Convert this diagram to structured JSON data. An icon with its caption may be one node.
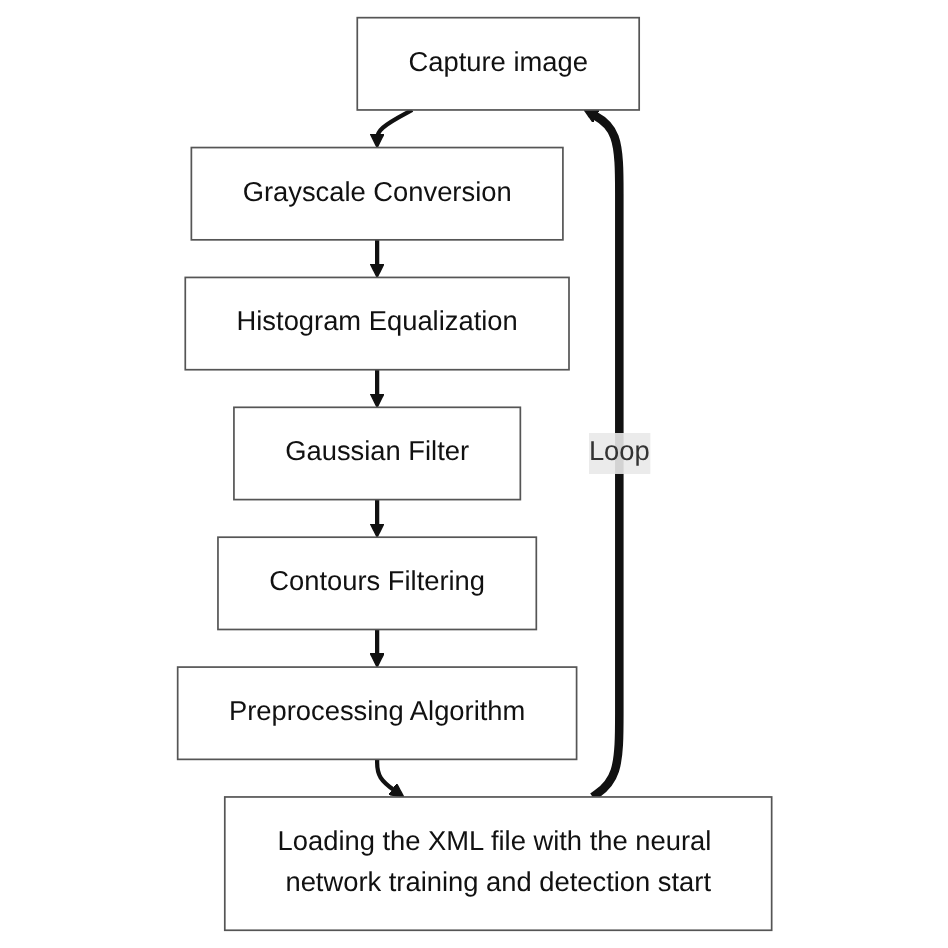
{
  "diagram": {
    "nodes": [
      {
        "text": [
          "Capture image"
        ]
      },
      {
        "text": [
          "Grayscale Conversion"
        ]
      },
      {
        "text": [
          "Histogram Equalization"
        ]
      },
      {
        "text": [
          "Gaussian Filter"
        ]
      },
      {
        "text": [
          "Contours Filtering"
        ]
      },
      {
        "text": [
          "Preprocessing Algorithm"
        ]
      },
      {
        "text": [
          "Loading the XML file with the neural network training and detection start"
        ]
      }
    ],
    "edges": [
      {
        "from": 0,
        "to": 1,
        "arrow": "to"
      },
      {
        "from": 1,
        "to": 2,
        "arrow": "to"
      },
      {
        "from": 2,
        "to": 3,
        "arrow": "to"
      },
      {
        "from": 3,
        "to": 4,
        "arrow": "to"
      },
      {
        "from": 4,
        "to": 5,
        "arrow": "to"
      },
      {
        "from": 5,
        "to": 6,
        "arrow": "to"
      },
      {
        "from": 6,
        "to": 0,
        "arrow": "to",
        "label": "Loop",
        "style": "thick"
      }
    ]
  }
}
